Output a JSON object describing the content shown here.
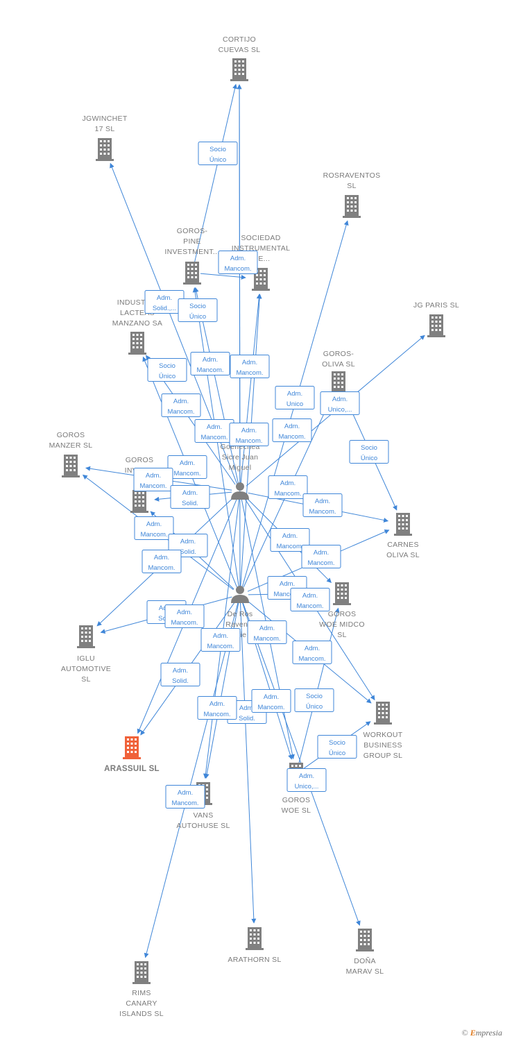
{
  "colors": {
    "edge": "#3f86d8",
    "building": "#808080",
    "focus_building": "#f0623a",
    "person": "#808080",
    "label": "#7a7a7a"
  },
  "companies": [
    {
      "id": "cortijo",
      "lines": [
        "CORTIJO",
        "CUEVAS SL"
      ],
      "icon": "building-icon"
    },
    {
      "id": "jgwinchet",
      "lines": [
        "JGWINCHET",
        "17  SL"
      ],
      "icon": "building-icon"
    },
    {
      "id": "rosraventos",
      "lines": [
        "ROSRAVENTOS",
        "SL"
      ],
      "icon": "building-icon"
    },
    {
      "id": "gorospine",
      "lines": [
        "GOROS-",
        "PINE",
        "INVESTMENT..."
      ],
      "icon": "building-icon"
    },
    {
      "id": "sociedad",
      "lines": [
        "SOCIEDAD",
        "INSTRUMENTAL",
        "...E..."
      ],
      "icon": "building-icon"
    },
    {
      "id": "industrias",
      "lines": [
        "INDUSTR...",
        "LACTEAS",
        "MANZANO SA"
      ],
      "icon": "building-icon"
    },
    {
      "id": "jgparis",
      "lines": [
        "JG PARIS  SL"
      ],
      "icon": "building-icon"
    },
    {
      "id": "gorosoliva",
      "lines": [
        "GOROS-",
        "OLIVA  SL"
      ],
      "icon": "building-icon"
    },
    {
      "id": "gorosmanzer",
      "lines": [
        "GOROS",
        "MANZER  SL"
      ],
      "icon": "building-icon"
    },
    {
      "id": "gorosinvest",
      "lines": [
        "GOROS",
        "INVES..."
      ],
      "icon": "building-icon"
    },
    {
      "id": "carnesoliva",
      "lines": [
        "CARNES",
        "OLIVA SL"
      ],
      "icon": "building-icon"
    },
    {
      "id": "goroswoemidco",
      "lines": [
        "GOROS",
        "WOE MIDCO",
        "SL"
      ],
      "icon": "building-icon"
    },
    {
      "id": "iglu",
      "lines": [
        "IGLU",
        "AUTOMOTIVE",
        "SL"
      ],
      "icon": "building-icon"
    },
    {
      "id": "workout",
      "lines": [
        "WORKOUT",
        "BUSINESS",
        "GROUP  SL"
      ],
      "icon": "building-icon"
    },
    {
      "id": "arassuil",
      "lines": [
        "ARASSUIL  SL"
      ],
      "icon": "building-icon",
      "focus": true
    },
    {
      "id": "vans",
      "lines": [
        "VANS",
        "AUTOHUSE  SL"
      ],
      "icon": "building-icon"
    },
    {
      "id": "goroswoe",
      "lines": [
        "GOROS",
        "WOE  SL"
      ],
      "icon": "building-icon"
    },
    {
      "id": "arathorn",
      "lines": [
        "ARATHORN  SL"
      ],
      "icon": "building-icon"
    },
    {
      "id": "donamarav",
      "lines": [
        "DOÑA",
        "MARAV  SL"
      ],
      "icon": "building-icon"
    },
    {
      "id": "rims",
      "lines": [
        "RIMS",
        "CANARY",
        "ISLANDS  SL"
      ],
      "icon": "building-icon"
    }
  ],
  "persons": [
    {
      "id": "goenechea",
      "lines": [
        "Goenechea",
        "Sicre Juan",
        "Miguel"
      ],
      "icon": "person-icon"
    },
    {
      "id": "deros",
      "lines": [
        "De Ros",
        "Raven...",
        "...ie"
      ],
      "icon": "person-icon"
    }
  ],
  "relations": [
    {
      "id": "r1",
      "lines": [
        "Socio",
        "Único"
      ]
    },
    {
      "id": "r2",
      "lines": [
        "Adm.",
        "Mancom."
      ]
    },
    {
      "id": "r3",
      "lines": [
        "Adm.",
        "Solid.,..."
      ]
    },
    {
      "id": "r4",
      "lines": [
        "Socio",
        "Único"
      ]
    },
    {
      "id": "r5",
      "lines": [
        "Adm.",
        "Mancom."
      ]
    },
    {
      "id": "r6",
      "lines": [
        "Adm.",
        "Mancom."
      ]
    },
    {
      "id": "r7",
      "lines": [
        "Socio",
        "Único"
      ]
    },
    {
      "id": "r8",
      "lines": [
        "Adm.",
        "Unico"
      ]
    },
    {
      "id": "r9",
      "lines": [
        "Adm.",
        "Unico,..."
      ]
    },
    {
      "id": "r10",
      "lines": [
        "Adm.",
        "Mancom."
      ]
    },
    {
      "id": "r11",
      "lines": [
        "Adm.",
        "Mancom."
      ]
    },
    {
      "id": "r12",
      "lines": [
        "Adm.",
        "Mancom."
      ]
    },
    {
      "id": "r13",
      "lines": [
        "Adm.",
        "Mancom."
      ]
    },
    {
      "id": "r14",
      "lines": [
        "Socio",
        "Único"
      ]
    },
    {
      "id": "r15",
      "lines": [
        "Adm.",
        "Mancom."
      ]
    },
    {
      "id": "r16",
      "lines": [
        "Adm.",
        "Mancom."
      ]
    },
    {
      "id": "r17",
      "lines": [
        "Adm.",
        "Solid."
      ]
    },
    {
      "id": "r18",
      "lines": [
        "Adm.",
        "Mancom."
      ]
    },
    {
      "id": "r19",
      "lines": [
        "Adm.",
        "Mancom."
      ]
    },
    {
      "id": "r20",
      "lines": [
        "Adm.",
        "Mancom."
      ]
    },
    {
      "id": "r21",
      "lines": [
        "Adm.",
        "Solid."
      ]
    },
    {
      "id": "r22",
      "lines": [
        "Adm.",
        "Mancom."
      ]
    },
    {
      "id": "r23",
      "lines": [
        "Adm.",
        "Mancom."
      ]
    },
    {
      "id": "r24",
      "lines": [
        "Adm.",
        "Mancom."
      ]
    },
    {
      "id": "r25",
      "lines": [
        "Adm.",
        "Mancom."
      ]
    },
    {
      "id": "r26",
      "lines": [
        "Adm.",
        "Mancom."
      ]
    },
    {
      "id": "r27",
      "lines": [
        "Adm.",
        "Solid."
      ]
    },
    {
      "id": "r28",
      "lines": [
        "Adm.",
        "Mancom."
      ]
    },
    {
      "id": "r29",
      "lines": [
        "Adm.",
        "Mancom."
      ]
    },
    {
      "id": "r30",
      "lines": [
        "Adm.",
        "Mancom."
      ]
    },
    {
      "id": "r31",
      "lines": [
        "Adm.",
        "Solid."
      ]
    },
    {
      "id": "r32",
      "lines": [
        "Adm.",
        "Mancom."
      ]
    },
    {
      "id": "r33",
      "lines": [
        "Adm.",
        "Solid."
      ]
    },
    {
      "id": "r34",
      "lines": [
        "Adm.",
        "Mancom."
      ]
    },
    {
      "id": "r35",
      "lines": [
        "Adm.",
        "Mancom."
      ]
    },
    {
      "id": "r36",
      "lines": [
        "Socio",
        "Único"
      ]
    },
    {
      "id": "r37",
      "lines": [
        "Socio",
        "Único"
      ]
    },
    {
      "id": "r38",
      "lines": [
        "Adm.",
        "Unico,..."
      ]
    },
    {
      "id": "r39",
      "lines": [
        "Adm.",
        "Mancom."
      ]
    }
  ],
  "footer": {
    "copyright": "©",
    "brand_initial": "E",
    "brand_rest": "mpresia"
  }
}
